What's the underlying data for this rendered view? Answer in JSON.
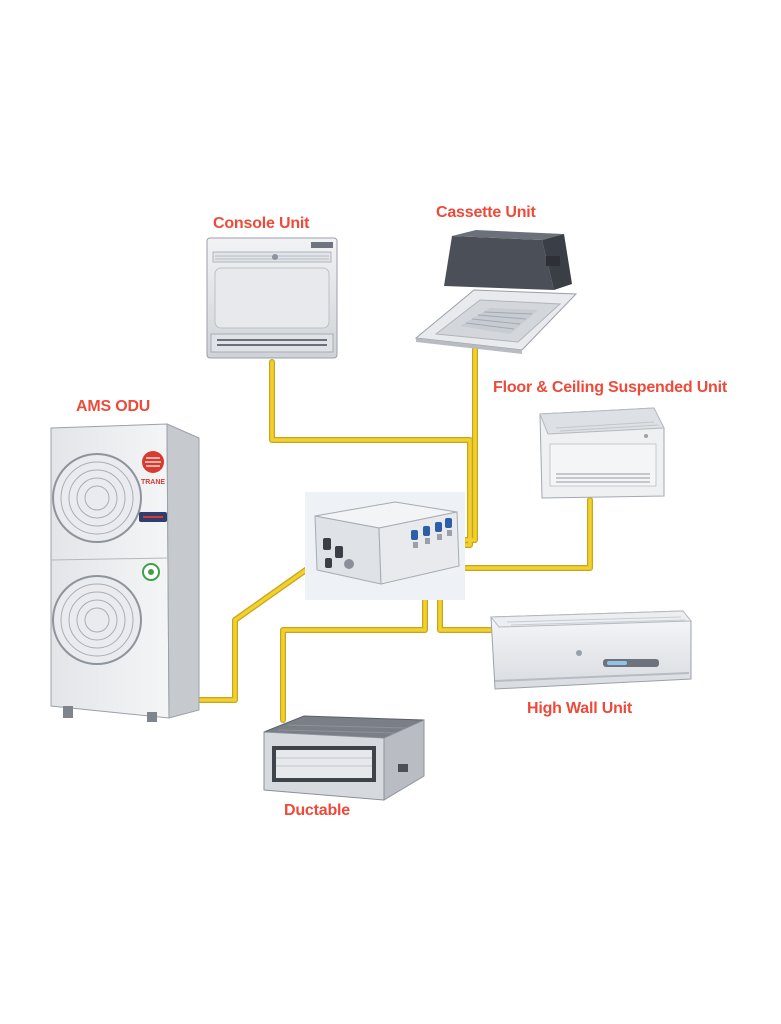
{
  "labels": {
    "console": "Console Unit",
    "cassette": "Cassette Unit",
    "floor_ceiling": "Floor & Ceiling Suspended Unit",
    "odu": "AMS ODU",
    "high_wall": "High Wall Unit",
    "ductable": "Ductable"
  },
  "odu_brand": "TRANE",
  "colors": {
    "label": "#ee4a3a",
    "pipe": "#f2d12f",
    "pipe_edge": "#c9a51b"
  }
}
